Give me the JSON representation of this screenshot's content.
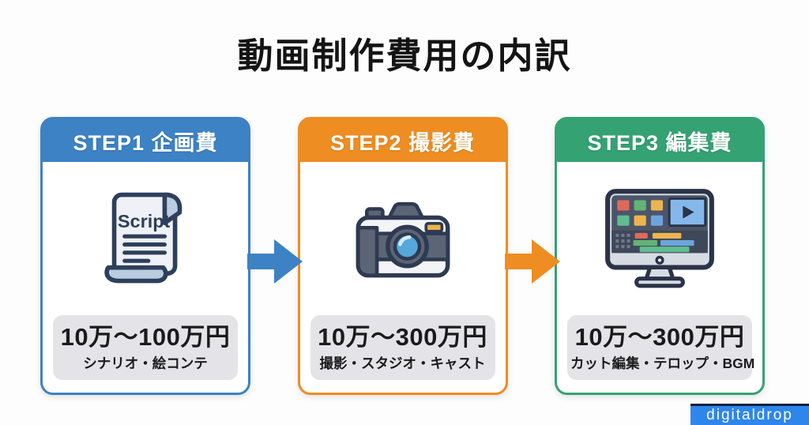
{
  "page": {
    "title": "動画制作費用の内訳",
    "background": "#fdfdfd",
    "title_color": "#141414"
  },
  "cards": [
    {
      "step_label": "STEP1 企画費",
      "price": "10万〜100万円",
      "detail": "シナリオ・絵コンテ",
      "accent": "#3d82c4",
      "icon": "script-scroll-icon",
      "icon_text": "Script"
    },
    {
      "step_label": "STEP2 撮影費",
      "price": "10万〜300万円",
      "detail": "撮影・スタジオ・キャスト",
      "accent": "#ee8d21",
      "icon": "camera-icon"
    },
    {
      "step_label": "STEP3 編集費",
      "price": "10万〜300万円",
      "detail": "カット編集・テロップ・BGM",
      "accent": "#35a274",
      "icon": "video-editor-monitor-icon"
    }
  ],
  "arrows": [
    {
      "direction": "right",
      "color": "#3d82c4"
    },
    {
      "direction": "right",
      "color": "#ee8d21"
    }
  ],
  "colors": {
    "price_box_bg": "#e4e4e8",
    "price_text": "#1b1b1b"
  },
  "watermark": {
    "text": "digitaldrop",
    "bg": "#2e86ed",
    "color": "#ffffff"
  }
}
